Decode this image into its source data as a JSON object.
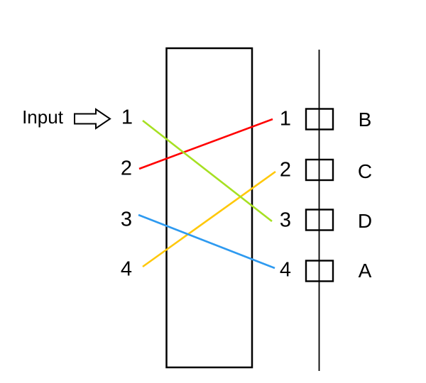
{
  "diagram": {
    "input_label": "Input",
    "left_ports": [
      "1",
      "2",
      "3",
      "4"
    ],
    "right_ports": [
      {
        "number": "1",
        "letter": "B"
      },
      {
        "number": "2",
        "letter": "C"
      },
      {
        "number": "3",
        "letter": "D"
      },
      {
        "number": "4",
        "letter": "A"
      }
    ],
    "connections": [
      {
        "from_input": "2",
        "to_output": "1",
        "color": "#ff0000"
      },
      {
        "from_input": "4",
        "to_output": "2",
        "color": "#ffc80a"
      },
      {
        "from_input": "3",
        "to_output": "4",
        "color": "#2e9af0"
      },
      {
        "from_input": "1",
        "to_output": "3",
        "color": "#a6e022"
      }
    ],
    "outline_color": "#000000"
  }
}
